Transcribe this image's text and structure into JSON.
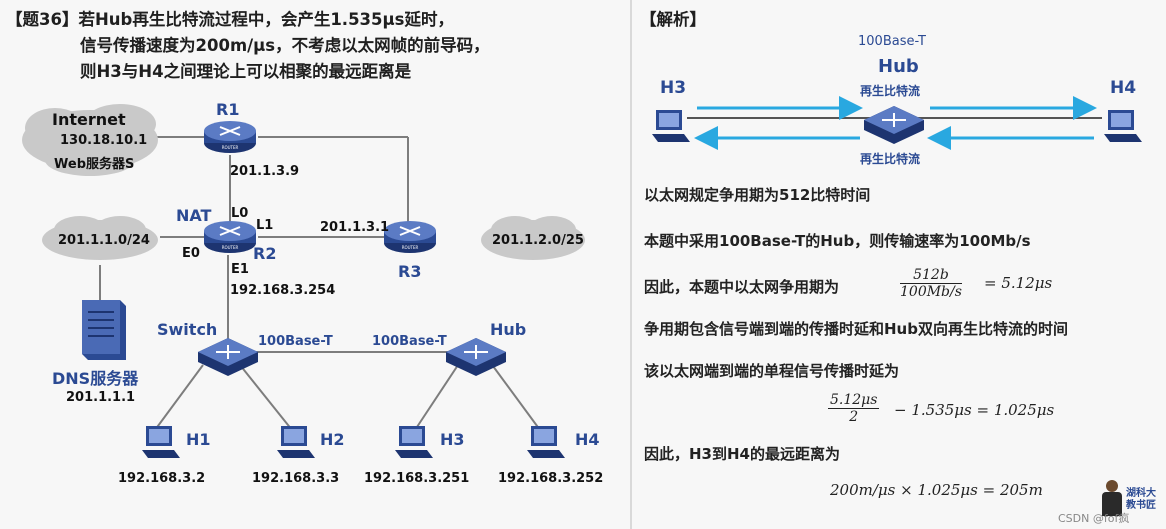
{
  "question": {
    "line1": "【题36】若Hub再生比特流过程中，会产生1.535μs延时，",
    "line2": "信号传播速度为200m/μs，不考虑以太网帧的前导码，",
    "line3": "则H3与H4之间理论上可以相聚的最远距离是"
  },
  "network": {
    "internet": "Internet",
    "server_ip": "130.18.10.1",
    "server_label": "Web服务器S",
    "r1": "R1",
    "r1_ip": "201.1.3.9",
    "nat": "NAT",
    "l0": "L0",
    "l1": "L1",
    "e0": "E0",
    "e1": "E1",
    "r2": "R2",
    "r2_e1_ip": "192.168.3.254",
    "r3_ip": "201.1.3.1",
    "r3": "R3",
    "net_left": "201.1.1.0/24",
    "net_right": "201.1.2.0/25",
    "dns_label": "DNS服务器",
    "dns_ip": "201.1.1.1",
    "switch": "Switch",
    "link1": "100Base-T",
    "link2": "100Base-T",
    "hub": "Hub",
    "router_tag": "ROUTER",
    "hosts": [
      {
        "name": "H1",
        "ip": "192.168.3.2"
      },
      {
        "name": "H2",
        "ip": "192.168.3.3"
      },
      {
        "name": "H3",
        "ip": "192.168.3.251"
      },
      {
        "name": "H4",
        "ip": "192.168.3.252"
      }
    ]
  },
  "analysis": {
    "header": "【解析】",
    "diagram": {
      "top_label": "100Base-T",
      "hub": "Hub",
      "regen_top": "再生比特流",
      "regen_bottom": "再生比特流",
      "h3": "H3",
      "h4": "H4"
    },
    "line1": "以太网规定争用期为512比特时间",
    "line2": "本题中采用100Base-T的Hub，则传输速率为100Mb/s",
    "line3": "因此，本题中以太网争用期为",
    "frac1_num": "512b",
    "frac1_den": "100Mb/s",
    "eq1_result": "= 5.12μs",
    "line4": "争用期包含信号端到端的传播时延和Hub双向再生比特流的时间",
    "line5": "该以太网端到端的单程信号传播时延为",
    "frac2_num": "5.12μs",
    "frac2_den": "2",
    "eq2_rest": "− 1.535μs = 1.025μs",
    "line6": "因此，H3到H4的最远距离为",
    "eq3": "200m/μs × 1.025μs = 205m",
    "watermark": "CSDN @fof疯",
    "avatar_text": "湖科大教书匠"
  },
  "colors": {
    "device_blue": "#2b4a93",
    "arrow_cyan": "#29a8e0",
    "cloud_gray": "#c8c8c8",
    "link_gray": "#8a8a8a"
  }
}
